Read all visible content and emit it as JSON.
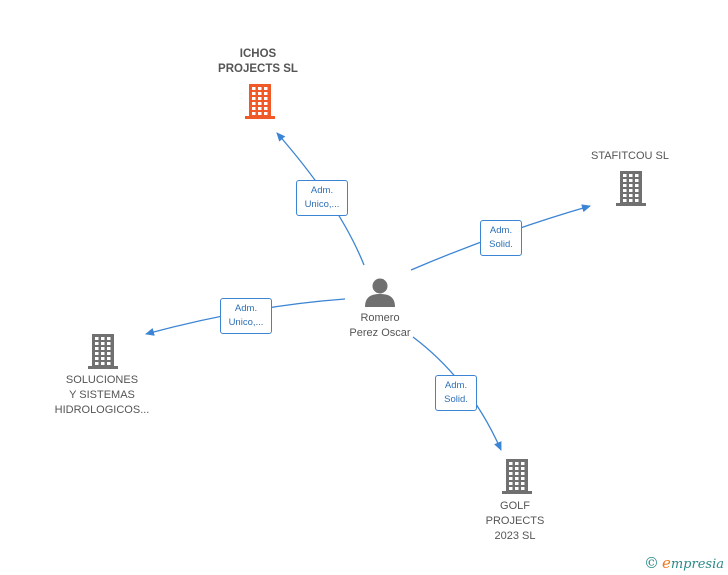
{
  "colors": {
    "highlight": "#f05a28",
    "building": "#707070",
    "person": "#707070",
    "edge": "#3c84d4"
  },
  "center": {
    "name": "Romero\nPerez Oscar",
    "icon": "person-icon"
  },
  "nodes": [
    {
      "id": "ichos",
      "name": "ICHOS\nPROJECTS  SL",
      "highlight": true,
      "icon": "building-icon"
    },
    {
      "id": "stafitcou",
      "name": "STAFITCOU  SL",
      "highlight": false,
      "icon": "building-icon"
    },
    {
      "id": "soluciones",
      "name": "SOLUCIONES\nY SISTEMAS\nHIDROLOGICOS...",
      "highlight": false,
      "icon": "building-icon"
    },
    {
      "id": "golf",
      "name": "GOLF\nPROJECTS\n2023  SL",
      "highlight": false,
      "icon": "building-icon"
    }
  ],
  "edges": [
    {
      "to": "ichos",
      "label": "Adm.\nUnico,..."
    },
    {
      "to": "stafitcou",
      "label": "Adm.\nSolid."
    },
    {
      "to": "soluciones",
      "label": "Adm.\nUnico,..."
    },
    {
      "to": "golf",
      "label": "Adm.\nSolid."
    }
  ],
  "footer": {
    "copyright": "©",
    "brand_initial": "e",
    "brand_rest": "mpresia"
  }
}
